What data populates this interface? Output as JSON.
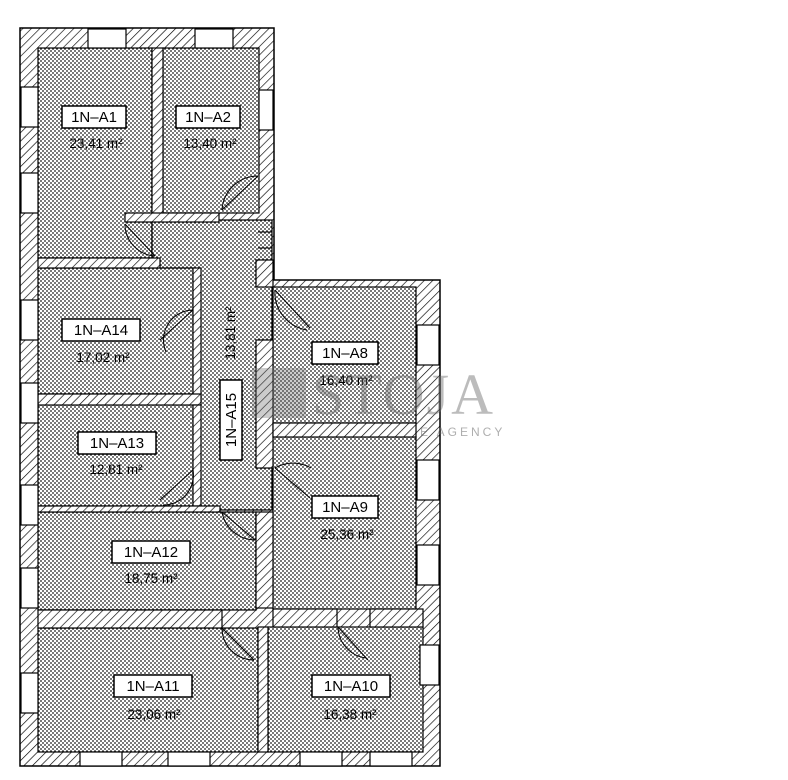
{
  "watermark": {
    "name": "STOJA",
    "sub": "E AGENCY"
  },
  "rooms": [
    {
      "id": "a1",
      "label": "1N–A1",
      "area": "23,41 m²"
    },
    {
      "id": "a2",
      "label": "1N–A2",
      "area": "13,40 m²"
    },
    {
      "id": "a14",
      "label": "1N–A14",
      "area": "17,02 m²"
    },
    {
      "id": "a13",
      "label": "1N–A13",
      "area": "12,81 m²"
    },
    {
      "id": "a12",
      "label": "1N–A12",
      "area": "18,75 m²"
    },
    {
      "id": "a11",
      "label": "1N–A11",
      "area": "23,06 m²"
    },
    {
      "id": "a8",
      "label": "1N–A8",
      "area": "16,40 m²"
    },
    {
      "id": "a9",
      "label": "1N–A9",
      "area": "25,36 m²"
    },
    {
      "id": "a10",
      "label": "1N–A10",
      "area": "16,38 m²"
    },
    {
      "id": "a15",
      "label": "1N–A15",
      "area": "13,81 m²"
    }
  ]
}
